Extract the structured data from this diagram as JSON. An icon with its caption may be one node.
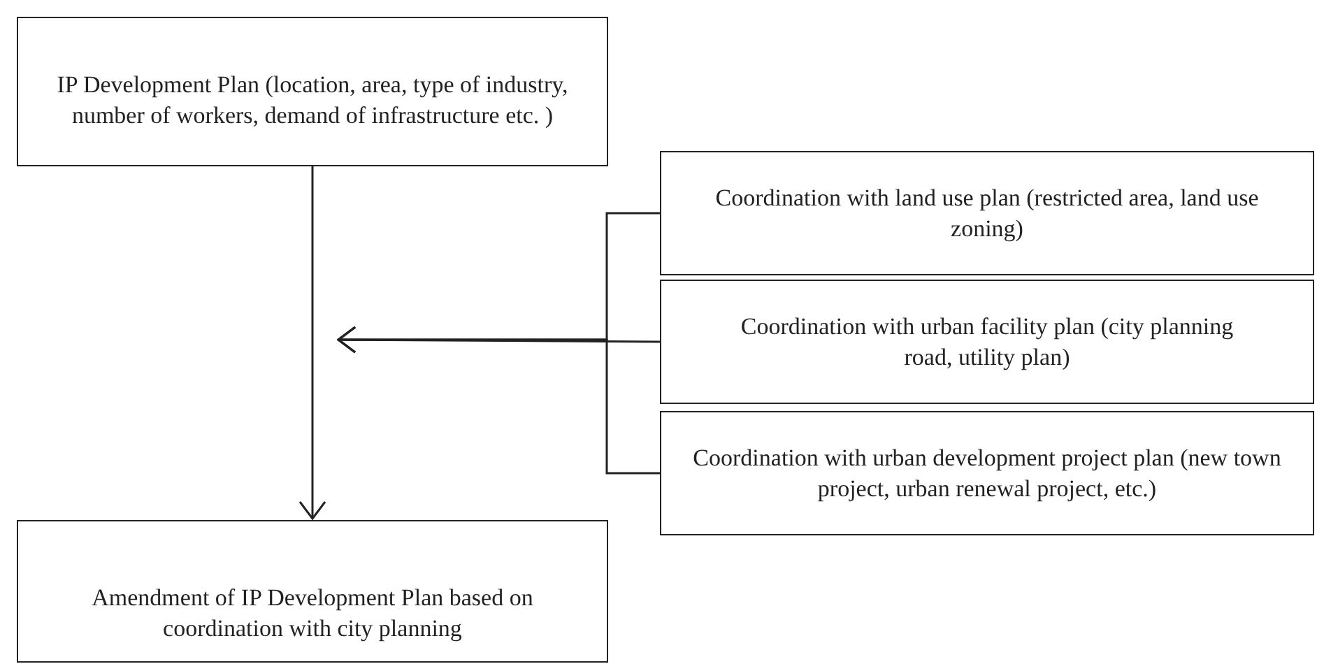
{
  "diagram": {
    "nodes": [
      {
        "text": [
          "IP Development Plan (location, area, type of industry, number of workers, demand of infrastructure etc. )"
        ]
      },
      {
        "text": [
          "Coordination with land use plan (restricted area, land use zoning)"
        ]
      },
      {
        "text": [
          "Coordination with urban facility plan (city planning road, utility plan)"
        ]
      },
      {
        "text": [
          "Coordination with urban development project plan (new town project, urban renewal project, etc.)"
        ]
      },
      {
        "text": [
          "Amendment of IP Development Plan based on coordination with city planning"
        ]
      }
    ],
    "edges": [
      {
        "from": 0,
        "to": 4,
        "arrow": "to"
      },
      {
        "from": 1,
        "to": null,
        "arrow": "to"
      },
      {
        "from": 2,
        "to": null,
        "arrow": "to"
      },
      {
        "from": 3,
        "to": null,
        "arrow": "to"
      }
    ]
  }
}
